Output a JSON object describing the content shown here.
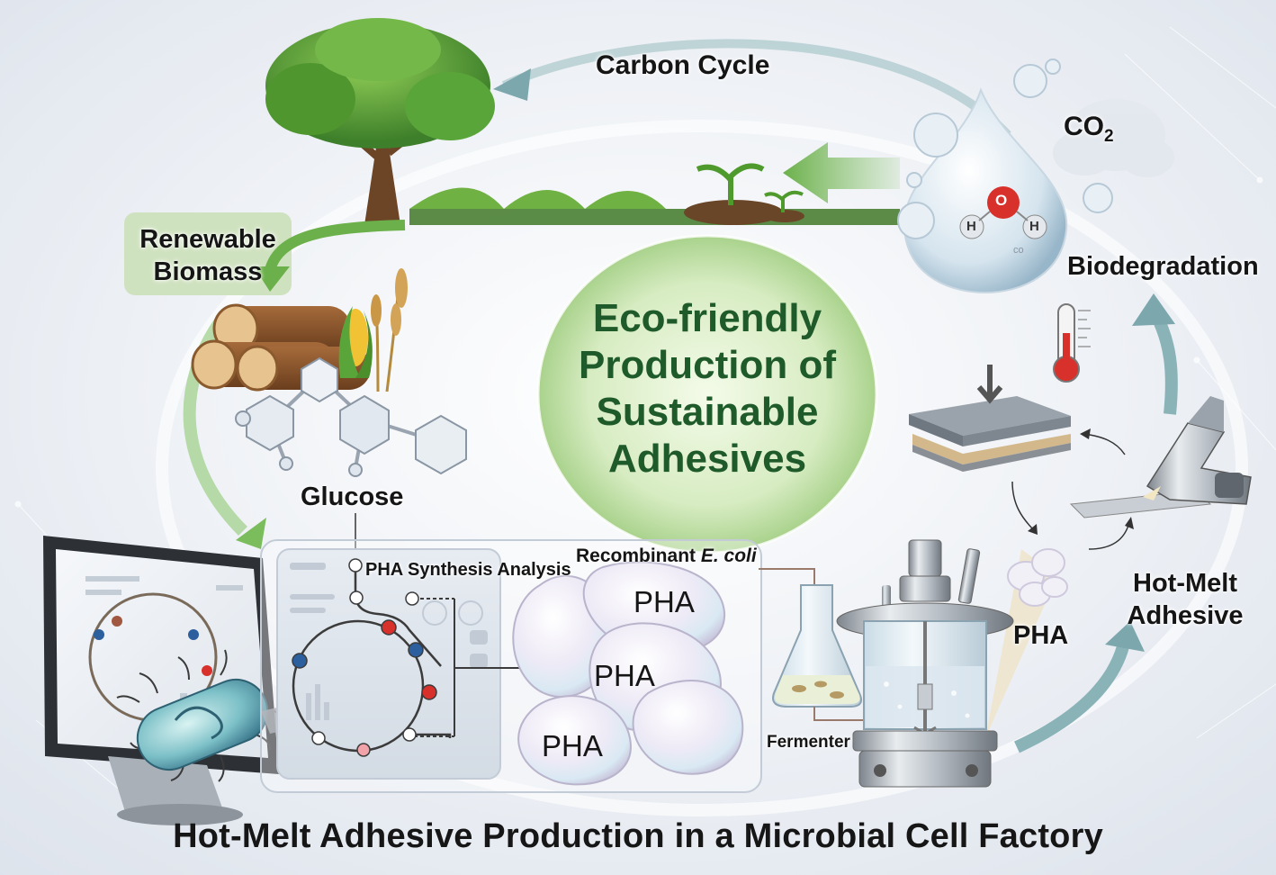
{
  "labels": {
    "carbon_cycle": "Carbon Cycle",
    "co2_main": "CO",
    "co2_sub": "2",
    "renewable_line1": "Renewable",
    "renewable_line2": "Biomass",
    "biodegradation": "Biodegradation",
    "glucose": "Glucose",
    "pha_synthesis": "PHA Synthesis Analysis",
    "recombinant_prefix": "Recombinant ",
    "recombinant_species": "E. coli",
    "fermenter": "Fermenter",
    "pha_product": "PHA",
    "hot_melt_line1": "Hot-Melt",
    "hot_melt_line2": "Adhesive",
    "water_h1": "H",
    "water_o": "O",
    "water_h2": "H",
    "water_co": "co"
  },
  "center_title": {
    "line1": "Eco-friendly",
    "line2": "Production of",
    "line3": "Sustainable",
    "line4": "Adhesives"
  },
  "pha_granules": [
    "PHA",
    "PHA",
    "PHA"
  ],
  "bottom_title": "Hot-Melt Adhesive Production in a Microbial Cell Factory",
  "colors": {
    "eco_green": "#1f5a2a",
    "accent_green": "#7bbd5c",
    "cycle_teal": "#8ab3b8",
    "label_box": "#cfe2bf",
    "node_red": "#d8312c",
    "node_blue": "#2b5f9e"
  }
}
